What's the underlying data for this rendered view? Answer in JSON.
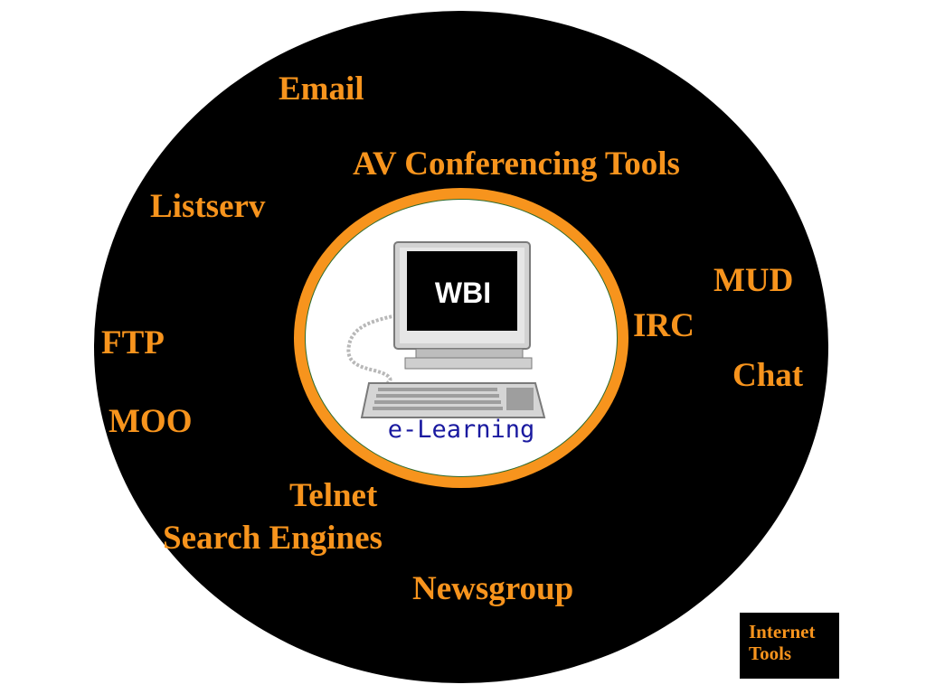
{
  "center": {
    "title": "WBI",
    "subtitle": "e-Learning"
  },
  "tools": {
    "email": "Email",
    "av_conferencing": "AV Conferencing Tools",
    "listserv": "Listserv",
    "mud": "MUD",
    "irc": "IRC",
    "ftp": "FTP",
    "chat": "Chat",
    "moo": "MOO",
    "telnet": "Telnet",
    "search_engines": "Search Engines",
    "newsgroup": "Newsgroup"
  },
  "legend": {
    "line1": "Internet",
    "line2": "Tools"
  },
  "colors": {
    "background": "#ffffff",
    "outer_circle": "#000000",
    "label": "#f7941d",
    "ring": "#f7941d",
    "subtitle": "#1a1aa0"
  },
  "icons": {
    "center_image": "computer-icon"
  }
}
